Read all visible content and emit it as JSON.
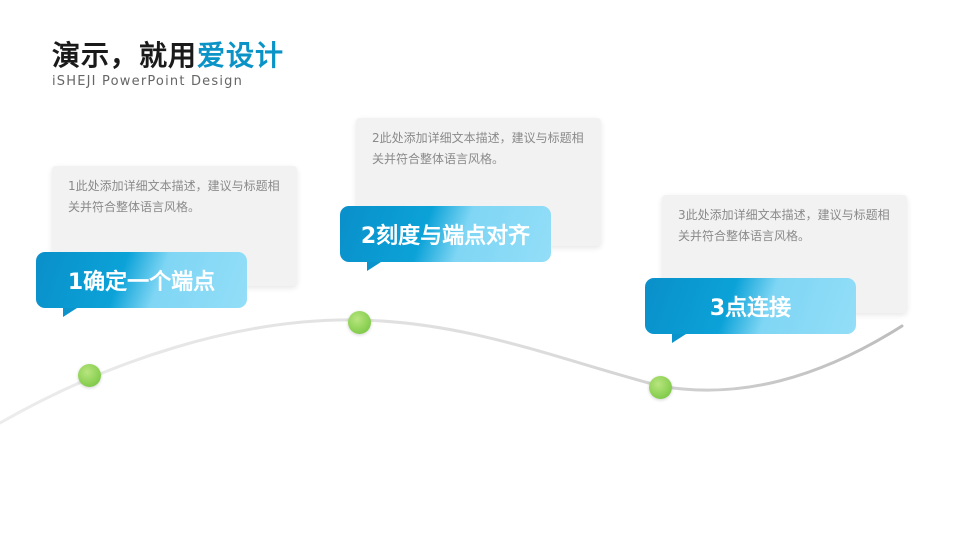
{
  "header": {
    "title_main": "演示，就用",
    "title_accent": "爱设计",
    "subtitle": "iSHEJI PowerPoint Design"
  },
  "steps": [
    {
      "label": "1确定一个端点",
      "description": "1此处添加详细文本描述，建议与标题相关并符合整体语言风格。"
    },
    {
      "label": "2刻度与端点对齐",
      "description": "2此处添加详细文本描述，建议与标题相关并符合整体语言风格。"
    },
    {
      "label": "3点连接",
      "description": "3此处添加详细文本描述，建议与标题相关并符合整体语言风格。"
    }
  ],
  "colors": {
    "accent": "#0a93c7",
    "tag_gradient_start": "#0a8fc9",
    "tag_gradient_end": "#93def8",
    "dot": "#8fd257",
    "card_bg": "#f2f2f2"
  }
}
